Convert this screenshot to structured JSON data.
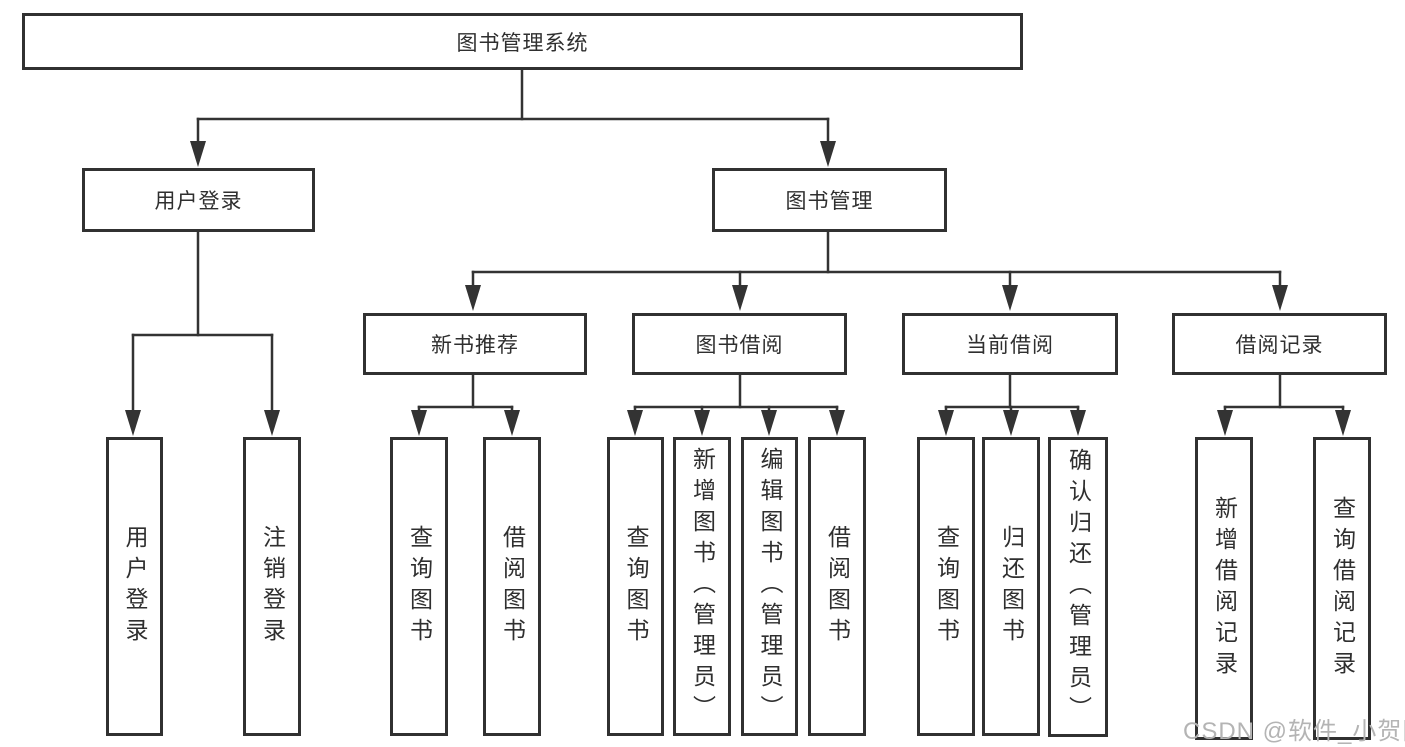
{
  "tree": {
    "label": "图书管理系统",
    "children": [
      {
        "label": "用户登录",
        "children": [
          {
            "label": "用户登录"
          },
          {
            "label": "注销登录"
          }
        ]
      },
      {
        "label": "图书管理",
        "children": [
          {
            "label": "新书推荐",
            "children": [
              {
                "label": "查询图书"
              },
              {
                "label": "借阅图书"
              }
            ]
          },
          {
            "label": "图书借阅",
            "children": [
              {
                "label": "查询图书"
              },
              {
                "label": "新增图书（管理员）"
              },
              {
                "label": "编辑图书（管理员）"
              },
              {
                "label": "借阅图书"
              }
            ]
          },
          {
            "label": "当前借阅",
            "children": [
              {
                "label": "查询图书"
              },
              {
                "label": "归还图书"
              },
              {
                "label": "确认归还（管理员）"
              }
            ]
          },
          {
            "label": "借阅记录",
            "children": [
              {
                "label": "新增借阅记录"
              },
              {
                "label": "查询借阅记录"
              }
            ]
          }
        ]
      }
    ]
  },
  "watermark": {
    "text": "CSDN @软件_小贺同学"
  },
  "colors": {
    "line": "#333333",
    "border": "#313131",
    "text": "#2f2f2f",
    "watermark": "#b4b4b4",
    "background": "#ffffff"
  }
}
